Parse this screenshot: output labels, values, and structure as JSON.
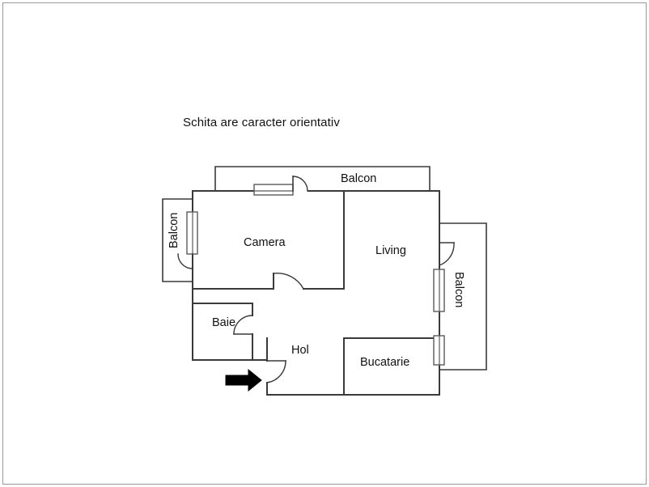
{
  "document": {
    "title_note": "Schita are caracter orientativ"
  },
  "colors": {
    "frame": "#9a9a9a",
    "wall": "#3a3a3a",
    "thin_wall": "#5a5a5a",
    "text": "#111111",
    "arrow": "#000000",
    "background": "#ffffff"
  },
  "floorplan": {
    "rooms": [
      {
        "id": "camera",
        "label": "Camera",
        "orientation": "horizontal"
      },
      {
        "id": "living",
        "label": "Living",
        "orientation": "horizontal"
      },
      {
        "id": "baie",
        "label": "Baie",
        "orientation": "horizontal"
      },
      {
        "id": "hol",
        "label": "Hol",
        "orientation": "horizontal"
      },
      {
        "id": "bucatarie",
        "label": "Bucatarie",
        "orientation": "horizontal"
      },
      {
        "id": "balcon-top",
        "label": "Balcon",
        "orientation": "horizontal"
      },
      {
        "id": "balcon-left",
        "label": "Balcon",
        "orientation": "vertical-ccw"
      },
      {
        "id": "balcon-right",
        "label": "Balcon",
        "orientation": "vertical-cw"
      }
    ],
    "entrance": {
      "name": "entrance-arrow",
      "direction": "right"
    }
  }
}
